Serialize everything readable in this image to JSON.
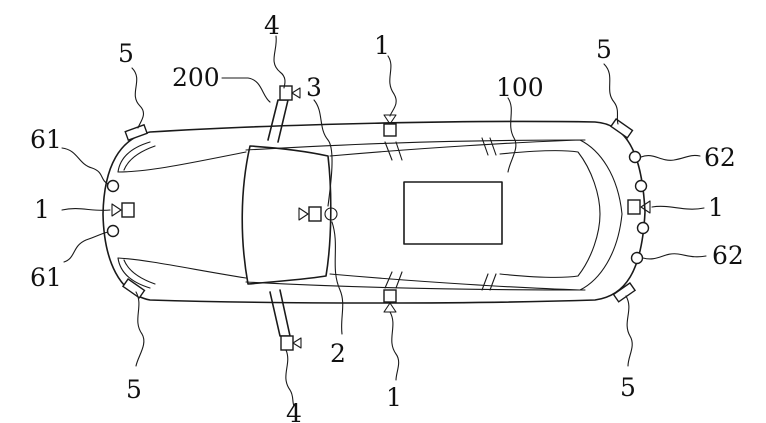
{
  "figure": {
    "labels": {
      "l4_top": "4",
      "l4_bottom": "4",
      "l200": "200",
      "l3": "3",
      "l2": "2",
      "l100": "100",
      "l1_top": "1",
      "l1_left": "1",
      "l1_right": "1",
      "l1_bottom": "1",
      "l5_top_left": "5",
      "l5_top_right": "5",
      "l5_bottom_left": "5",
      "l5_bottom_right": "5",
      "l61_top": "61",
      "l61_bottom": "61",
      "l62_top": "62",
      "l62_bottom": "62"
    }
  }
}
